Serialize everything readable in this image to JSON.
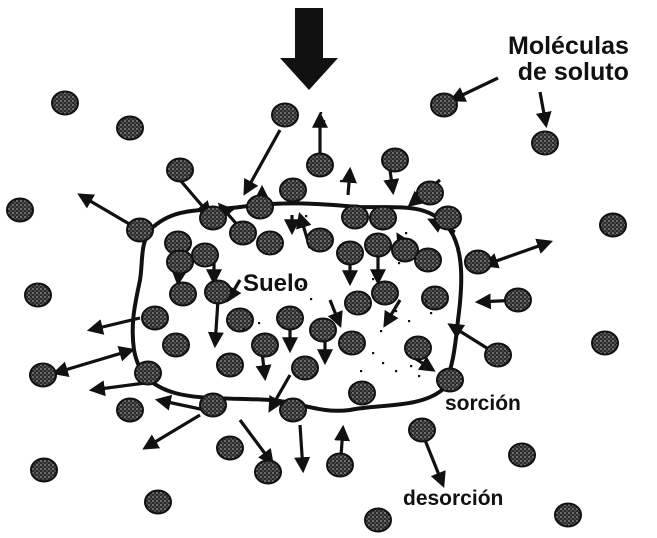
{
  "labels": {
    "molecules_line1": "Moléculas",
    "molecules_line2": "de soluto",
    "soil": "Suelo",
    "sorption": "sorción",
    "desorption": "desorción"
  },
  "colors": {
    "ink": "#111111",
    "molecule_fill": "#2b2b2b",
    "molecule_speckle": "#9a9a9a",
    "background": "#ffffff"
  },
  "icons": {
    "molecule": "molecule-icon",
    "input_arrow": "down-arrow-icon"
  }
}
